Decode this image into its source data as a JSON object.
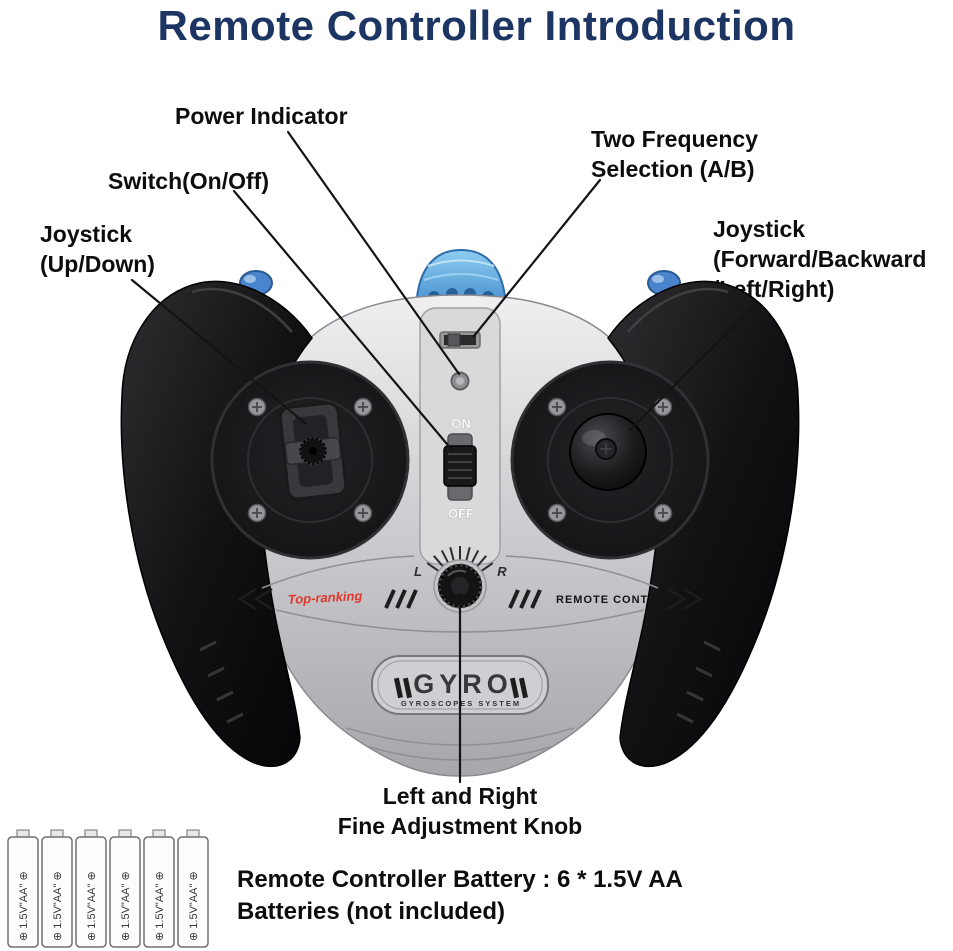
{
  "title": "Remote Controller Introduction",
  "colors": {
    "title_color": "#1d3563",
    "label_color": "#0d0d0f",
    "accent_red": "#e2372b",
    "antenna_blue": "#55a8e4",
    "line_color": "#141414"
  },
  "annotations": {
    "power_indicator": "Power Indicator",
    "switch": "Switch(On/Off)",
    "two_frequency_1": "Two Frequency",
    "two_frequency_2": "Selection (A/B)",
    "joystick_left_1": "Joystick",
    "joystick_left_2": "(Up/Down)",
    "joystick_right_1": "Joystick",
    "joystick_right_2": "(Forward/Backward",
    "joystick_right_3": "/Left/Right)",
    "knob_1": "Left and Right",
    "knob_2": "Fine Adjustment Knob",
    "battery_note_1": "Remote Controller Battery : 6 * 1.5V AA",
    "battery_note_2": "Batteries (not included)"
  },
  "controller": {
    "power_switch_on": "ON",
    "power_switch_off": "OFF",
    "trim_left": "L",
    "trim_right": "R",
    "slogan_left": "Top-ranking",
    "slogan_right": "REMOTE CONTROL",
    "brand": "GYRO",
    "brand_subtitle": "GYROSCOPES SYSTEM"
  },
  "batteries": {
    "count": 6,
    "cell_label": "⊕ 1.5V\"AA\" ⊕"
  }
}
